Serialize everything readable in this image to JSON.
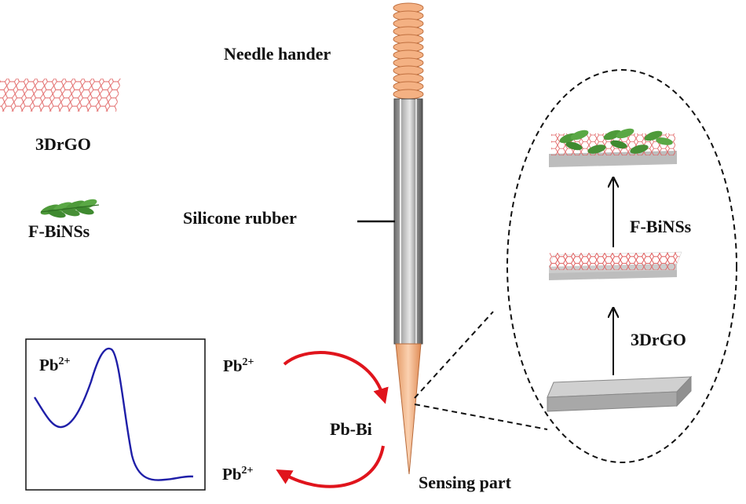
{
  "labels": {
    "needle_hander": "Needle hander",
    "silicone_rubber": "Silicone rubber",
    "sensing_part": "Sensing part",
    "pb_bi": "Pb-Bi",
    "pb_top": "Pb",
    "pb_top_sup": "2+",
    "pb_bottom": "Pb",
    "pb_bottom_sup": "2+",
    "legend_3drgo": "3DrGO",
    "legend_fbinss": "F-BiNSs",
    "step_fbinss": "F-BiNSs",
    "step_3drgo": "3DrGO",
    "plot_pb": "Pb",
    "plot_pb_sup": "2+"
  },
  "colors": {
    "handle": "#f4b183",
    "needle_tip": "#f4b183",
    "rubber": "#8c8c8c",
    "hex_red": "#e06060",
    "leaf_green": "#4e9a3a",
    "arrow_red": "#e0141c",
    "curve_blue": "#1f1fa8",
    "substrate": "#bfbfbf"
  }
}
